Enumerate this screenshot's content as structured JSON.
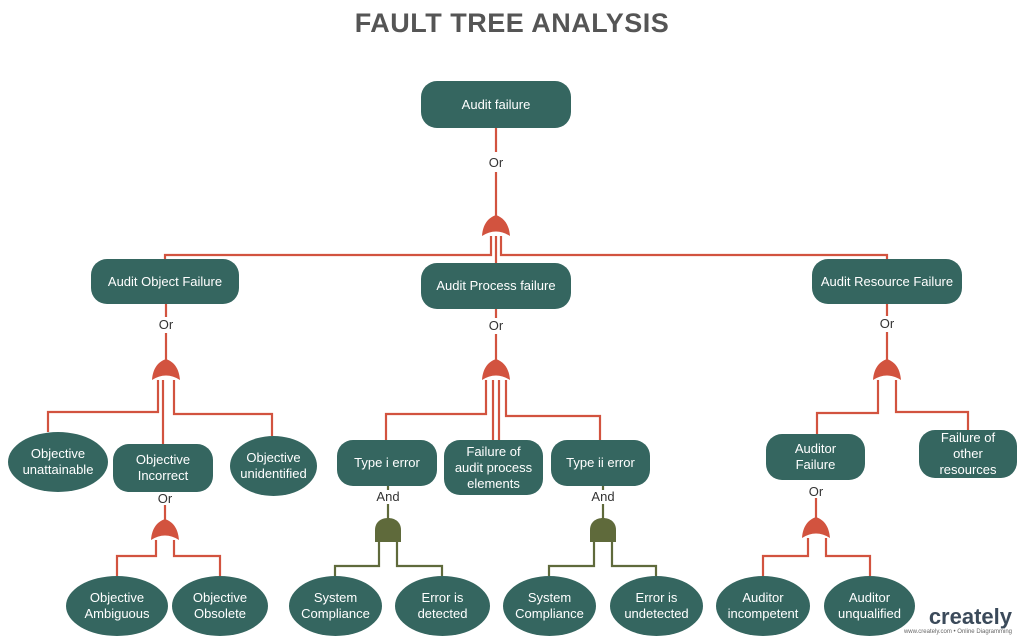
{
  "title": "FAULT TREE ANALYSIS",
  "nodes": {
    "audit_failure": "Audit failure",
    "audit_object_failure": "Audit Object Failure",
    "audit_process_failure": "Audit Process failure",
    "audit_resource_failure": "Audit Resource Failure",
    "objective_unattainable": "Objective\nunattainable",
    "objective_incorrect": "Objective\nIncorrect",
    "objective_unidentified": "Objective\nunidentified",
    "objective_ambiguous": "Objective\nAmbiguous",
    "objective_obsolete": "Objective\nObsolete",
    "type_i_error": "Type i error",
    "failure_audit_process_elements": "Failure of\naudit process\nelements",
    "type_ii_error": "Type ii error",
    "system_compliance_1": "System\nCompliance",
    "error_detected": "Error is\ndetected",
    "system_compliance_2": "System\nCompliance",
    "error_undetected": "Error is\nundetected",
    "auditor_failure": "Auditor\nFailure",
    "failure_other_resources": "Failure of\nother\nresources",
    "auditor_incompetent": "Auditor\nincompetent",
    "auditor_unqualified": "Auditor\nunqualified"
  },
  "gates": {
    "top": "Or",
    "object": "Or",
    "process": "Or",
    "resource": "Or",
    "incorrect": "Or",
    "type_i": "And",
    "type_ii": "And",
    "auditor": "Or"
  },
  "colors": {
    "node": "#356660",
    "or_gate": "#d2533f",
    "and_gate": "#5f6a3b"
  },
  "logo": {
    "word": "creately",
    "tagline": "www.creately.com • Online Diagramming"
  }
}
